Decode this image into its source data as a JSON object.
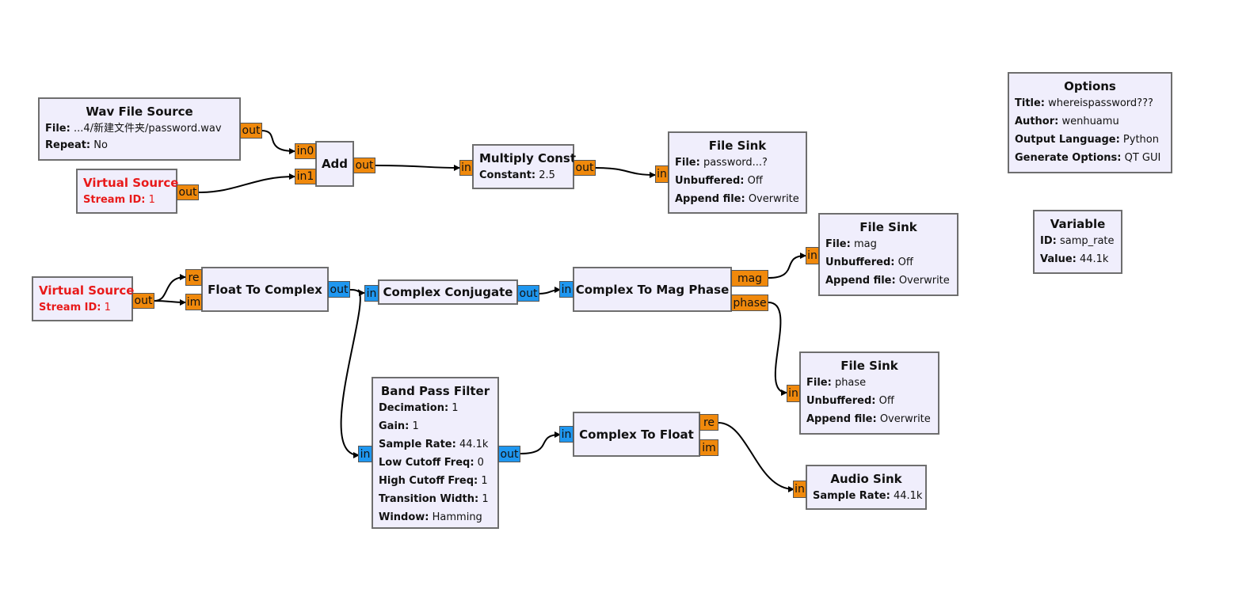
{
  "blocks": {
    "wav_file_source": {
      "title": "Wav File Source",
      "file_label": "File:",
      "file_value": " ...4/新建文件夹/password.wav",
      "repeat_label": "Repeat:",
      "repeat_value": " No"
    },
    "virtual_source_1": {
      "title": "Virtual Source",
      "stream_label": "Stream ID:",
      "stream_value": " 1"
    },
    "add": {
      "title": "Add"
    },
    "multiply_const": {
      "title": "Multiply Const",
      "constant_label": "Constant:",
      "constant_value": " 2.5"
    },
    "file_sink_password": {
      "title": "File Sink",
      "file_label": "File:",
      "file_value": " password...?",
      "unbuffered_label": "Unbuffered:",
      "unbuffered_value": " Off",
      "append_label": "Append file:",
      "append_value": " Overwrite"
    },
    "options": {
      "title": "Options",
      "title_label": "Title:",
      "title_value": " whereispassword???",
      "author_label": "Author:",
      "author_value": " wenhuamu",
      "lang_label": "Output Language:",
      "lang_value": " Python",
      "gen_label": "Generate Options:",
      "gen_value": " QT GUI"
    },
    "variable": {
      "title": "Variable",
      "id_label": "ID:",
      "id_value": " samp_rate",
      "value_label": "Value:",
      "value_value": " 44.1k"
    },
    "virtual_source_2": {
      "title": "Virtual Source",
      "stream_label": "Stream ID:",
      "stream_value": " 1"
    },
    "float_to_complex": {
      "title": "Float To Complex"
    },
    "complex_conjugate": {
      "title": "Complex Conjugate"
    },
    "complex_to_mag_phase": {
      "title": "Complex To Mag Phase"
    },
    "file_sink_mag": {
      "title": "File Sink",
      "file_label": "File:",
      "file_value": " mag",
      "unbuffered_label": "Unbuffered:",
      "unbuffered_value": " Off",
      "append_label": "Append file:",
      "append_value": " Overwrite"
    },
    "file_sink_phase": {
      "title": "File Sink",
      "file_label": "File:",
      "file_value": " phase",
      "unbuffered_label": "Unbuffered:",
      "unbuffered_value": " Off",
      "append_label": "Append file:",
      "append_value": " Overwrite"
    },
    "band_pass_filter": {
      "title": "Band Pass Filter",
      "decimation_label": "Decimation:",
      "decimation_value": " 1",
      "gain_label": "Gain:",
      "gain_value": " 1",
      "samp_label": "Sample Rate:",
      "samp_value": " 44.1k",
      "low_label": "Low Cutoff Freq:",
      "low_value": " 0",
      "high_label": "High Cutoff Freq:",
      "high_value": " 1",
      "trans_label": "Transition Width:",
      "trans_value": " 1",
      "window_label": "Window:",
      "window_value": " Hamming"
    },
    "complex_to_float": {
      "title": "Complex To Float"
    },
    "audio_sink": {
      "title": "Audio Sink",
      "samp_label": "Sample Rate:",
      "samp_value": " 44.1k"
    }
  },
  "ports": {
    "out": "out",
    "in": "in",
    "in0": "in0",
    "in1": "in1",
    "re": "re",
    "im": "im",
    "mag": "mag",
    "phase": "phase"
  },
  "colors": {
    "float_port": "#f0890c",
    "complex_port": "#1f97f0",
    "block_fill": "#f0eefc",
    "block_border": "#6e6e6e",
    "virtual_text": "#e81a1a"
  }
}
